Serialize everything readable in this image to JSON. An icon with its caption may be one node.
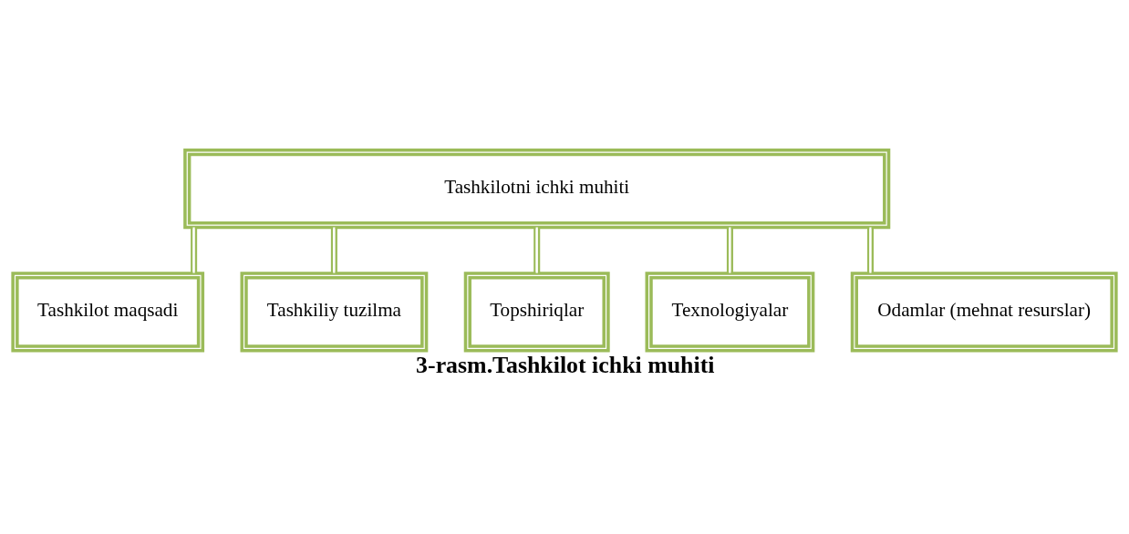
{
  "diagram": {
    "caption": "3-rasm.Tashkilot ichki muhiti",
    "nodes": [
      {
        "text": [
          "Tashkilotni ichki muhiti"
        ]
      },
      {
        "text": [
          "Tashkilot maqsadi"
        ]
      },
      {
        "text": [
          "Tashkiliy tuzilma"
        ]
      },
      {
        "text": [
          "Topshiriqlar"
        ]
      },
      {
        "text": [
          "Texnologiyalar"
        ]
      },
      {
        "text": [
          "Odamlar (mehnat resurslar)"
        ]
      }
    ],
    "edges": [
      {
        "from": 0,
        "to": 1,
        "arrow": "none"
      },
      {
        "from": 0,
        "to": 2,
        "arrow": "none"
      },
      {
        "from": 0,
        "to": 3,
        "arrow": "none"
      },
      {
        "from": 0,
        "to": 4,
        "arrow": "none"
      },
      {
        "from": 0,
        "to": 5,
        "arrow": "none"
      }
    ]
  }
}
